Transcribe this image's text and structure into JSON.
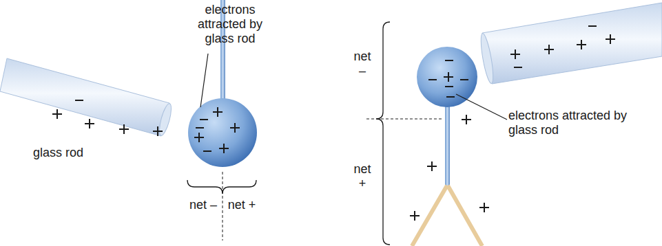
{
  "diagram": {
    "labels": [
      "electrons attracted by glass rod",
      "glass rod",
      "net –",
      "net +",
      "net –",
      "net +",
      "electrons attracted by glass rod"
    ]
  }
}
